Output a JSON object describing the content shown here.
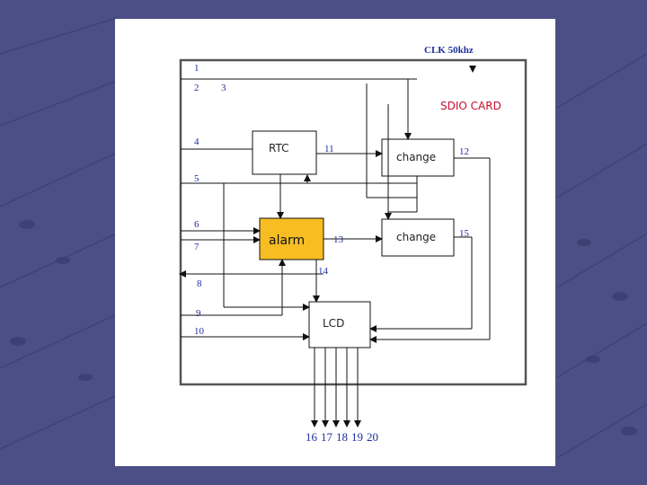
{
  "header": {
    "clock": "CLK 50khz",
    "card": "SDIO CARD"
  },
  "blocks": {
    "rtc": "RTC",
    "alarm": "alarm",
    "change_top": "change",
    "change_bottom": "change",
    "lcd": "LCD"
  },
  "pins": {
    "p1": "1",
    "p2": "2",
    "p3": "3",
    "p4": "4",
    "p5": "5",
    "p6": "6",
    "p7": "7",
    "p8": "8",
    "p9": "9",
    "p10": "10",
    "p11": "11",
    "p12": "12",
    "p13": "13",
    "p14": "14",
    "p15": "15"
  },
  "outputs": [
    "16",
    "17",
    "18",
    "19",
    "20"
  ],
  "colors": {
    "background": "#4b4f86",
    "alarm_fill": "#f7bd22",
    "label_blue": "#1f2f9e",
    "card_red": "#c8102e"
  }
}
